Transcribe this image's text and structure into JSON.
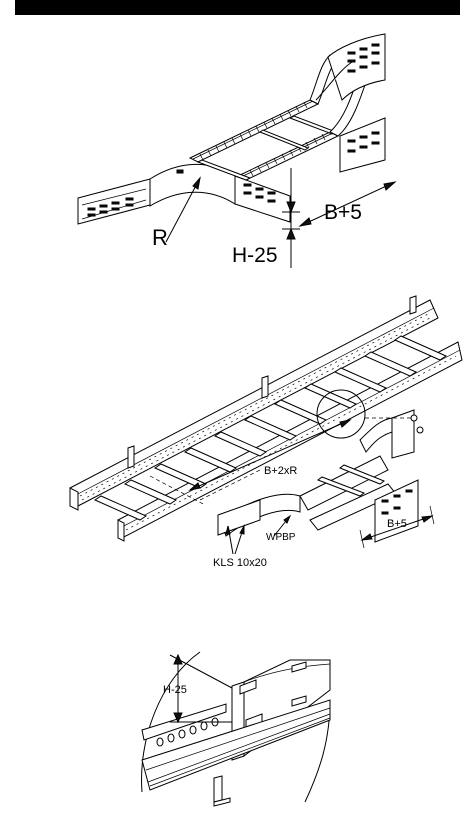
{
  "figure1": {
    "label_r": "R",
    "label_height": "H-25",
    "label_width": "B+5"
  },
  "figure2": {
    "label_span": "B+2xR",
    "label_width": "B+5",
    "label_plate": "WPBP",
    "label_bolt": "KLS 10x20"
  },
  "figure3": {
    "label_height": "H-25"
  }
}
